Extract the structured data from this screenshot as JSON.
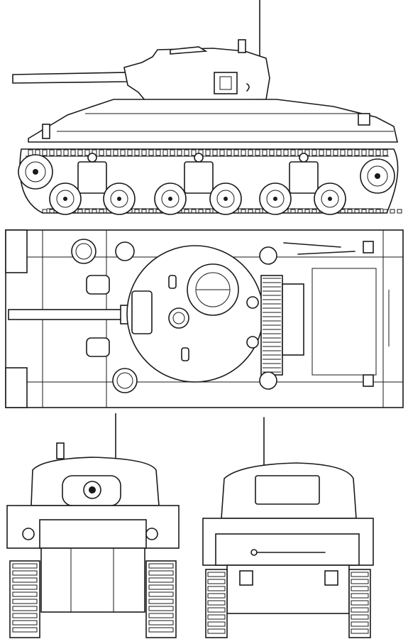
{
  "drawing": {
    "views": [
      {
        "id": "side",
        "name": "side-view"
      },
      {
        "id": "top",
        "name": "top-view"
      },
      {
        "id": "front",
        "name": "front-view"
      },
      {
        "id": "rear",
        "name": "rear-view"
      }
    ],
    "colors": {
      "line": "#1a1a1a",
      "paper": "#ffffff"
    }
  }
}
